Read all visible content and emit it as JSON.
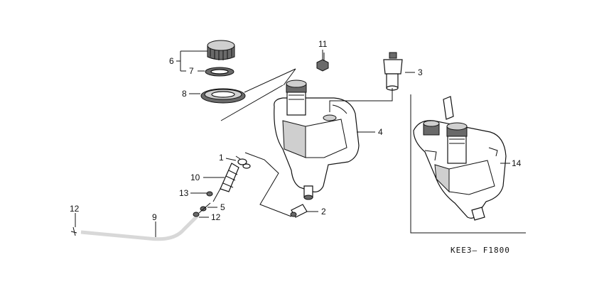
{
  "diagram": {
    "part_labels": {
      "p1": "1",
      "p2": "2",
      "p3": "3",
      "p4": "4",
      "p5": "5",
      "p6": "6",
      "p7": "7",
      "p8": "8",
      "p9": "9",
      "p10": "10",
      "p11": "11",
      "p12a": "12",
      "p12b": "12",
      "p13": "13",
      "p14": "14"
    },
    "code": "KEE3— F1800"
  }
}
